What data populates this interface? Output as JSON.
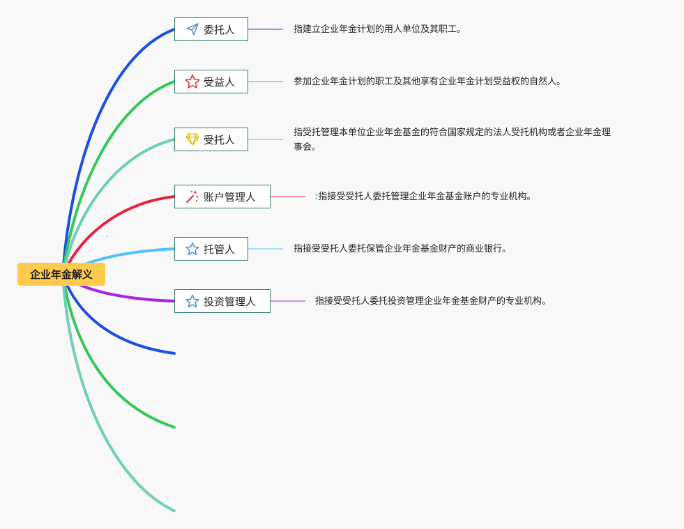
{
  "root": {
    "label": "企业年金解义"
  },
  "branches": [
    {
      "label": "委托人",
      "icon": "paper-plane-icon",
      "color": "#1b4fe0",
      "description": "指建立企业年金计划的用人单位及其职工。"
    },
    {
      "label": "受益人",
      "icon": "star-icon",
      "color": "#35c759",
      "description": "参加企业年金计划的职工及其他享有企业年金计划受益权的自然人。"
    },
    {
      "label": "受托人",
      "icon": "diamond-icon",
      "color": "#6fcdb8",
      "description_lines": [
        "指受托管理本单位企业年金基金的符合国家规定的法人受托机构或者企业年金理",
        "事会。"
      ]
    },
    {
      "label": "账户管理人",
      "icon": "sparkle-icon",
      "color": "#e5243f",
      "description": ":指接受受托人委托管理企业年金基金账户的专业机构。"
    },
    {
      "label": "托管人",
      "icon": "star-outline-icon",
      "color": "#4fc3f7",
      "description": "指接受受托人委托保管企业年金基金财产的商业银行。"
    },
    {
      "label": "投资管理人",
      "icon": "star-outline-icon",
      "color": "#a424e0",
      "description": "指接受受托人委托投资管理企业年金基金财产的专业机构。"
    }
  ],
  "colors": {
    "node_border": "#2f7d6e",
    "root_fill": "#ffcb4f",
    "empty_branch_1": "#1b4fe0",
    "empty_branch_2": "#35c759",
    "empty_branch_3": "#6fcdb8"
  }
}
